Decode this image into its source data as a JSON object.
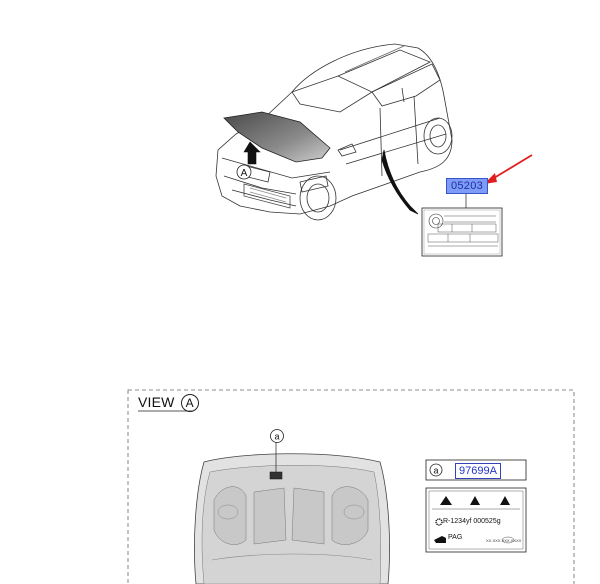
{
  "top_diagram": {
    "view_marker": "A",
    "part_number": "05203",
    "highlight_color": "#7e9cf5",
    "arrow_color": "#e02020"
  },
  "view_section": {
    "title": "VIEW",
    "letter": "A",
    "callout": "a"
  },
  "label_detail": {
    "callout": "a",
    "part_number": "97699A",
    "refrigerant_line": "R-1234yf  000525g",
    "oil_line": "PAG",
    "fine_print": "XX.XXX.XXX.XXXX"
  }
}
